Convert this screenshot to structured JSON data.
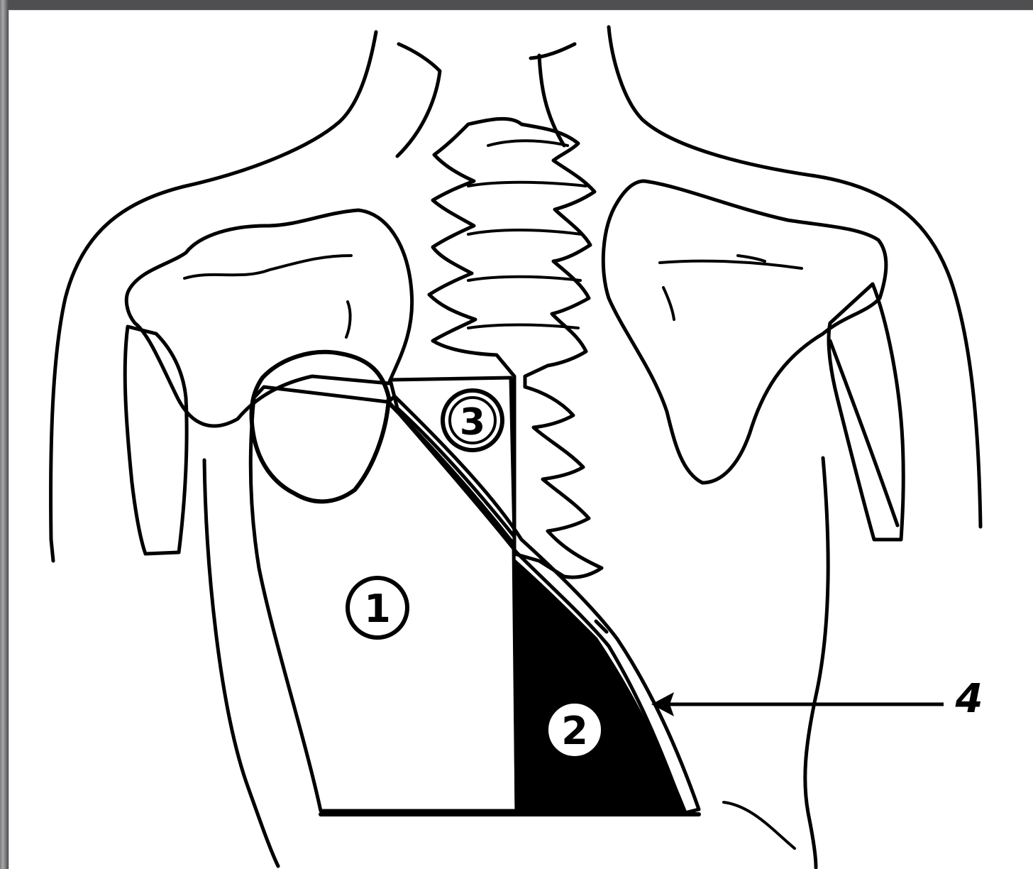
{
  "labels": {
    "region_1": "1",
    "region_2": "2",
    "region_3": "3",
    "pointer_4": "4"
  },
  "colors": {
    "ink": "#000000",
    "paper": "#ffffff",
    "frame": "#4f4f51"
  }
}
